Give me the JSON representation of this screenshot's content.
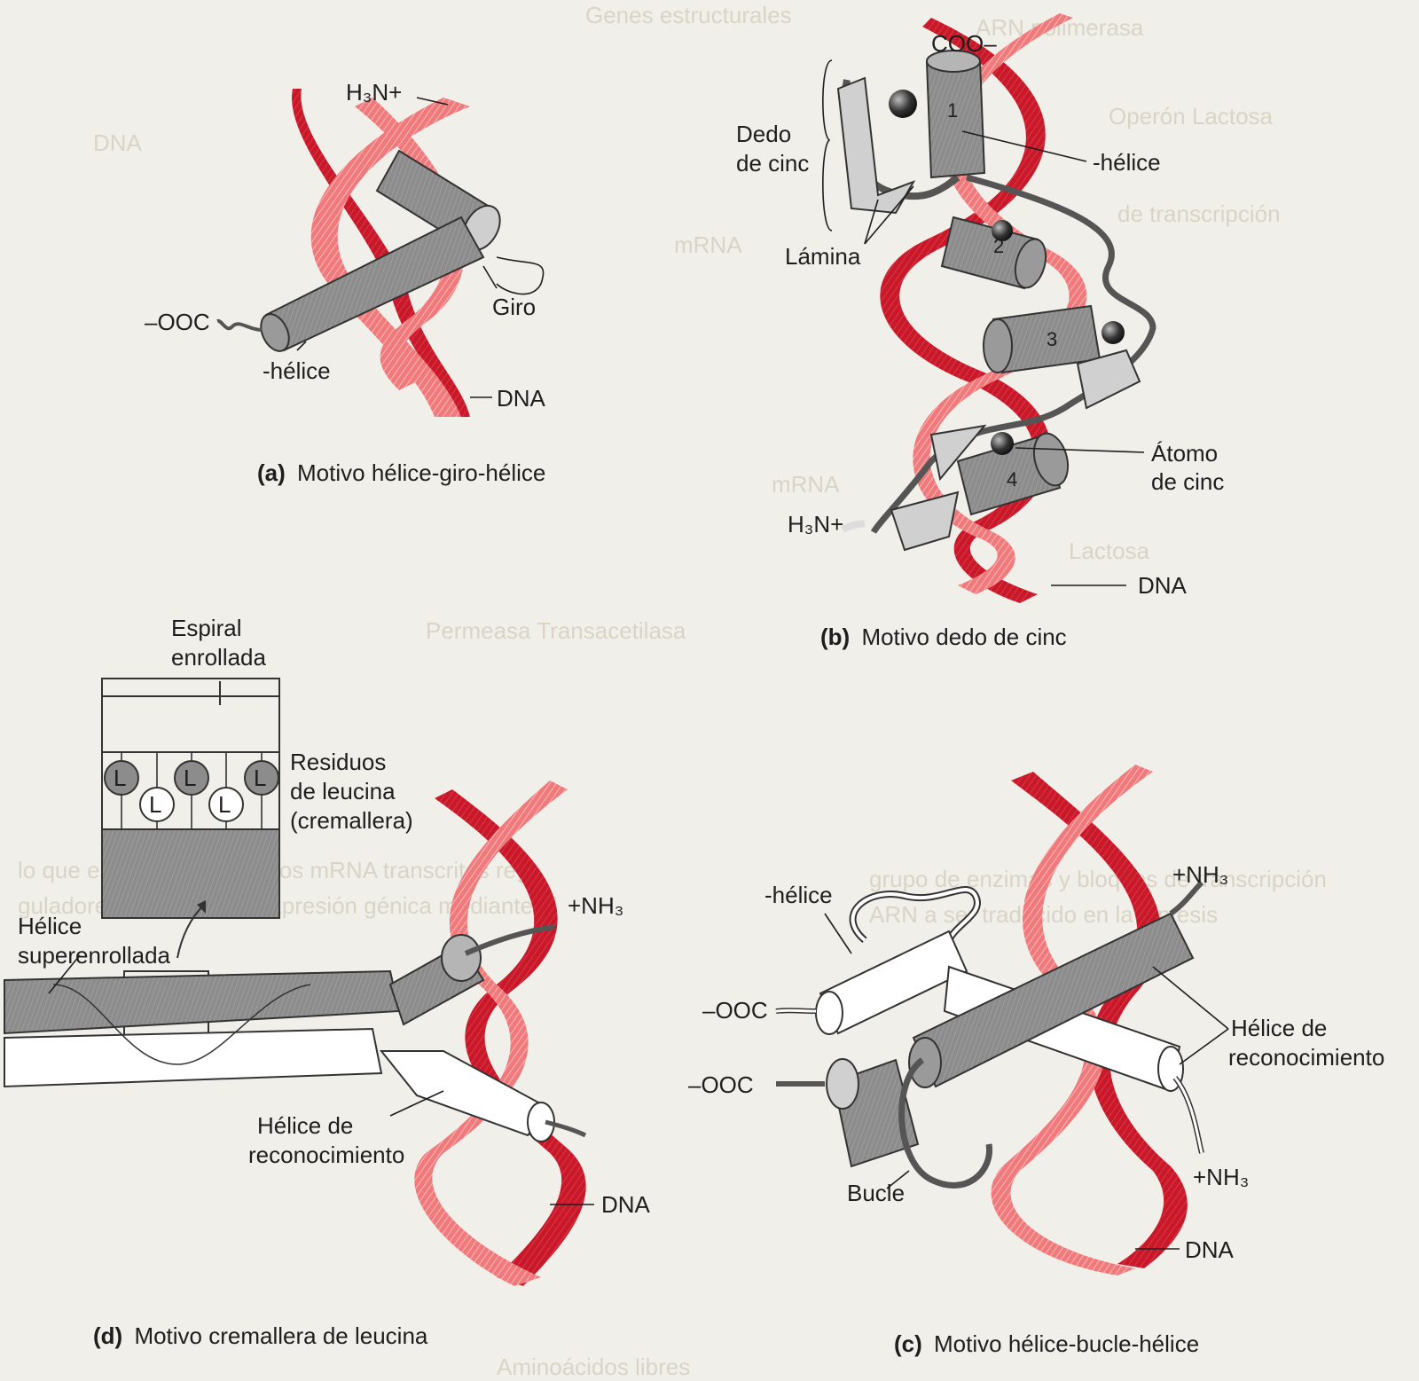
{
  "colors": {
    "background": "#f1efe9",
    "dna_front": "#f0797c",
    "dna_back": "#c8182a",
    "helix_gray": "#8a8a8a",
    "helix_dark": "#5a5a5a",
    "helix_white": "#ffffff",
    "text": "#1e1e1e"
  },
  "panel_a": {
    "caption_letter": "(a)",
    "caption": "Motivo hélice-giro-hélice",
    "label_n": "H₃N+",
    "label_c": "–OOC",
    "label_helix": "-hélice",
    "label_turn": "Giro",
    "label_dna": "DNA"
  },
  "panel_b": {
    "caption_letter": "(b)",
    "caption": "Motivo dedo de cinc",
    "label_coo": "COO–",
    "label_finger_line1": "Dedo",
    "label_finger_line2": "de cinc",
    "label_sheet": "Lámina",
    "label_helix": "-hélice",
    "label_zinc_line1": "Átomo",
    "label_zinc_line2": "de cinc",
    "label_n": "H₃N+",
    "label_dna": "DNA",
    "finger_numbers": [
      "1",
      "2",
      "3",
      "4"
    ]
  },
  "panel_c": {
    "caption_letter": "(c)",
    "caption": "Motivo hélice-bucle-hélice",
    "label_helix": "-hélice",
    "label_nh3_top": "+NH₃",
    "label_ooc_1": "–OOC",
    "label_ooc_2": "–OOC",
    "label_recog_line1": "Hélice de",
    "label_recog_line2": "reconocimiento",
    "label_loop": "Bucle",
    "label_nh3_bottom": "+NH₃",
    "label_dna": "DNA"
  },
  "panel_d": {
    "caption_letter": "(d)",
    "caption": "Motivo cremallera de leucina",
    "label_coil_line1": "Espiral",
    "label_coil_line2": "enrollada",
    "label_residues_line1": "Residuos",
    "label_residues_line2": "de leucina",
    "label_residues_line3": "(cremallera)",
    "leucine_letter": "L",
    "label_supercoil_line1": "Hélice",
    "label_supercoil_line2": "superenrollada",
    "label_nh3": "+NH₃",
    "label_recog_line1": "Hélice de",
    "label_recog_line2": "reconocimiento",
    "label_dna": "DNA"
  },
  "ghost_text": {
    "top": "Genes estructurales",
    "mrna_left": "mRNA",
    "mrna_mid": "mRNA",
    "dna_bg": "DNA",
    "right_line1": "ARN polimerasa",
    "right_line2": "Operón Lactosa",
    "right_line3": "de transcripción",
    "lactosa": "Lactosa",
    "bg_bottom": "Permeasa  Transacetilasa",
    "para_line1": "lo que este tipo de RNA, los mRNA transcritos reg",
    "para_line2": "guladores, controlan la expresión génica mediante el",
    "para_line3": "grupo de enzimas y bloques de transcripción",
    "para_line4": "ARN a ser traducido en la síntesis",
    "foot": "Aminoácidos libres"
  }
}
